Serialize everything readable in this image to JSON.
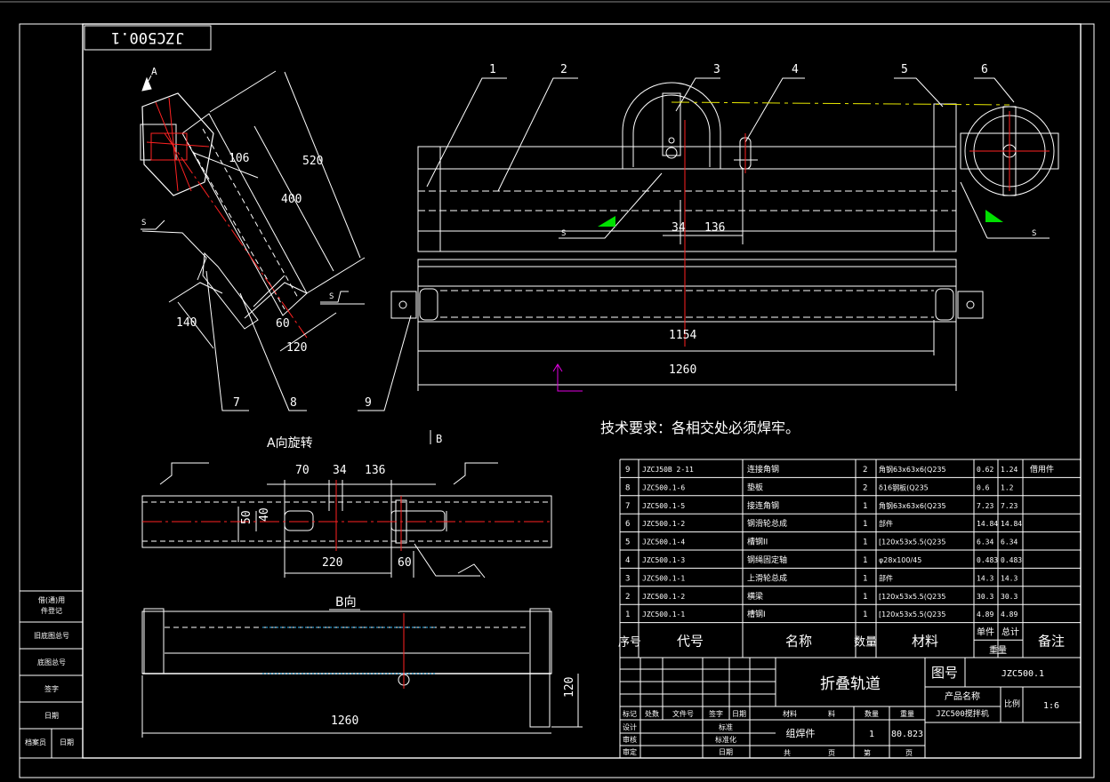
{
  "drawing_number_box": "JZC500.1",
  "view_label_a_arrow": "A",
  "dims": {
    "d520": "520",
    "d400": "400",
    "d106": "106",
    "d140": "140",
    "d60": "60",
    "d120": "120",
    "d34": "34",
    "d136": "136",
    "d1154": "1154",
    "d1260": "1260",
    "b70": "70",
    "b34": "34",
    "b136": "136",
    "b50": "50",
    "b40": "40",
    "b220": "220",
    "b60": "60",
    "c1260": "1260",
    "c120": "120"
  },
  "balloons": [
    "1",
    "2",
    "3",
    "4",
    "5",
    "6",
    "7",
    "8",
    "9"
  ],
  "weld_marks": {
    "s1": "S",
    "s2": "S",
    "s3": "S",
    "s4": "S"
  },
  "view_titles": {
    "a_rotated": "A向旋转",
    "b_dir": "B向",
    "b_marker": "B"
  },
  "tech_req": "技术要求：各相交处必须焊牢。",
  "bom": {
    "rows": [
      {
        "no": "9",
        "code": "JZCJ50B 2-11",
        "name": "连接角钢",
        "qty": "2",
        "material": "角钢63x63x6(Q235",
        "w1": "0.62",
        "w2": "1.24",
        "note": "借用件"
      },
      {
        "no": "8",
        "code": "JZC500.1-6",
        "name": "垫板",
        "qty": "2",
        "material": "δ16钢板(Q235",
        "w1": "0.6",
        "w2": "1.2",
        "note": ""
      },
      {
        "no": "7",
        "code": "JZC500.1-5",
        "name": "接连角钢",
        "qty": "1",
        "material": "角钢63x63x6(Q235",
        "w1": "7.23",
        "w2": "7.23",
        "note": ""
      },
      {
        "no": "6",
        "code": "JZC500.1-2",
        "name": "钢滑轮总成",
        "qty": "1",
        "material": "部件",
        "w1": "14.84",
        "w2": "14.84",
        "note": ""
      },
      {
        "no": "5",
        "code": "JZC500.1-4",
        "name": "槽钢II",
        "qty": "1",
        "material": "[120x53x5.5(Q235",
        "w1": "6.34",
        "w2": "6.34",
        "note": ""
      },
      {
        "no": "4",
        "code": "JZC500.1-3",
        "name": "钢绳固定轴",
        "qty": "1",
        "material": "φ28x100/45",
        "w1": "0.483",
        "w2": "0.483",
        "note": ""
      },
      {
        "no": "3",
        "code": "JZC500.1-1",
        "name": "上滑轮总成",
        "qty": "1",
        "material": "部件",
        "w1": "14.3",
        "w2": "14.3",
        "note": ""
      },
      {
        "no": "2",
        "code": "JZC500.1-2",
        "name": "横梁",
        "qty": "1",
        "material": "[120x53x5.5(Q235",
        "w1": "30.3",
        "w2": "30.3",
        "note": ""
      },
      {
        "no": "1",
        "code": "JZC500.1-1",
        "name": "槽钢I",
        "qty": "1",
        "material": "[120x53x5.5(Q235",
        "w1": "4.89",
        "w2": "4.89",
        "note": ""
      }
    ],
    "header": {
      "no": "序号",
      "code": "代号",
      "name": "名称",
      "qty": "数量",
      "material": "材料",
      "single": "单件",
      "total": "总计",
      "weight": "重量",
      "note": "备注"
    }
  },
  "title_block": {
    "title": "折叠轨道",
    "drawing_no_label": "图号",
    "drawing_no": "JZC500.1",
    "product_label": "产品名称",
    "product": "JZC500搅拌机",
    "scale_label": "比例",
    "scale": "1:6",
    "material_value": "组焊件",
    "qty_value": "1",
    "weight_value": "80.823",
    "row_labels": [
      "标记",
      "处数",
      "文件号",
      "签字",
      "日期"
    ],
    "role_labels": [
      "设计",
      "审核",
      "审定"
    ],
    "std_labels": [
      "标准",
      "标准化",
      "日期"
    ],
    "mat_labels": [
      "材料",
      "料",
      "数量",
      "重量"
    ],
    "sheet_labels": [
      "共",
      "页",
      "第",
      "页"
    ]
  },
  "left_strip": [
    "借(通)用",
    "件登记",
    "旧底图总号",
    "底图总号",
    "签字",
    "日期",
    "档案员",
    "日期"
  ],
  "colors": {
    "line": "#ffffff",
    "center": "#ff2020",
    "dim": "#ffffff",
    "yellow": "#e8e800",
    "green": "#00e000",
    "magenta": "#e000e0",
    "cyan": "#38c0ff"
  }
}
